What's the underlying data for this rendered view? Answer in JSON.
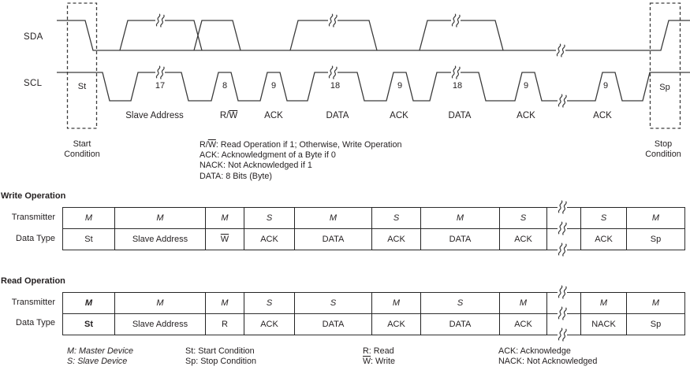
{
  "waveform": {
    "sda_label": "SDA",
    "scl_label": "SCL",
    "start_marker": "St",
    "stop_marker": "Sp",
    "counts": [
      "17",
      "8",
      "9",
      "18",
      "9",
      "18",
      "9",
      "9"
    ],
    "labels": {
      "slave_address": "Slave Address",
      "rw_prefix": "R/",
      "rw_w": "W",
      "ack1": "ACK",
      "data1": "DATA",
      "ack2": "ACK",
      "data2": "DATA",
      "ack3": "ACK",
      "ack4": "ACK"
    },
    "start_condition_line1": "Start",
    "start_condition_line2": "Condition",
    "stop_condition_line1": "Stop",
    "stop_condition_line2": "Condition"
  },
  "notes": {
    "rw_prefix": "R/",
    "rw_w": "W",
    "rw_rest": ": Read Operation if 1; Otherwise, Write Operation",
    "ack": "ACK: Acknowledgment of a Byte if 0",
    "nack": "NACK: Not Acknowledged if 1",
    "data": "DATA: 8 Bits (Byte)"
  },
  "write_table": {
    "title": "Write Operation",
    "row_labels": {
      "transmitter": "Transmitter",
      "data_type": "Data Type"
    },
    "gap_width": 43,
    "columns": [
      {
        "w": 66,
        "t": "M",
        "d": "St"
      },
      {
        "w": 115,
        "t": "M",
        "d": "Slave Address",
        "box": true
      },
      {
        "w": 49,
        "t": "M",
        "d": "W",
        "overline": true
      },
      {
        "w": 64,
        "t": "S",
        "d": "ACK",
        "box": true
      },
      {
        "w": 98,
        "t": "M",
        "d": "DATA"
      },
      {
        "w": 62,
        "t": "S",
        "d": "ACK",
        "box": true
      },
      {
        "w": 100,
        "t": "M",
        "d": "DATA"
      },
      {
        "w": 60,
        "t": "S",
        "d": "ACK",
        "box": true
      },
      {
        "w": 58,
        "t": "S",
        "d": "ACK",
        "box": true
      },
      {
        "w": 73,
        "t": "M",
        "d": "Sp"
      }
    ]
  },
  "read_table": {
    "title": "Read Operation",
    "row_labels": {
      "transmitter": "Transmitter",
      "data_type": "Data Type"
    },
    "gap_width": 43,
    "columns": [
      {
        "w": 66,
        "t": "M",
        "d": "St",
        "bold": true
      },
      {
        "w": 115,
        "t": "M",
        "d": "Slave Address",
        "box": true
      },
      {
        "w": 49,
        "t": "M",
        "d": "R"
      },
      {
        "w": 64,
        "t": "S",
        "d": "ACK",
        "box": true
      },
      {
        "w": 98,
        "t": "S",
        "d": "DATA"
      },
      {
        "w": 62,
        "t": "M",
        "d": "ACK",
        "box": true
      },
      {
        "w": 100,
        "t": "S",
        "d": "DATA"
      },
      {
        "w": 60,
        "t": "M",
        "d": "ACK",
        "box": true
      },
      {
        "w": 58,
        "t": "M",
        "d": "NACK",
        "box": true
      },
      {
        "w": 73,
        "t": "M",
        "d": "Sp"
      }
    ]
  },
  "footer": {
    "m": "M: Master Device",
    "s": "S: Slave Device",
    "st": "St: Start Condition",
    "sp": "Sp: Stop Condition",
    "r": "R: Read",
    "w": "W",
    "w_rest": ": Write",
    "ack": "ACK: Acknowledge",
    "nack": "NACK: Not Acknowledged"
  },
  "colors": {
    "line": "#3a3a3a",
    "text": "#231f20",
    "background": "#ffffff"
  }
}
